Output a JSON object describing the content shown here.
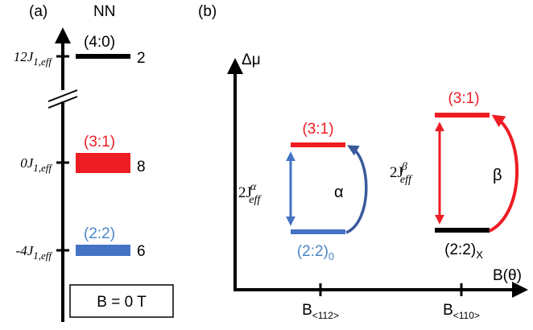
{
  "colors": {
    "red": "#ee1c23",
    "blue": "#4472c4",
    "blue_text": "#4a86c8",
    "navy": "#3a5a9c",
    "black": "#000000"
  },
  "panel_a": {
    "label": "(a)",
    "header": "NN",
    "levels": [
      {
        "energy_coef": "12",
        "energy_sym": "J",
        "energy_sub": "1,eff",
        "config": "(4:0)",
        "count": "2",
        "color": "black"
      },
      {
        "energy_coef": "0",
        "energy_sym": "J",
        "energy_sub": "1,eff",
        "config": "(3:1)",
        "count": "8",
        "color": "red"
      },
      {
        "energy_coef": "-4",
        "energy_sym": "J",
        "energy_sub": "1,eff",
        "config": "(2:2)",
        "count": "6",
        "color": "blue"
      }
    ],
    "field_box": "B = 0 T"
  },
  "panel_b": {
    "label": "(b)",
    "y_axis": "Δμ",
    "x_axis": "B(θ)",
    "groups": [
      {
        "upper": "(3:1)",
        "lower_main": "(2:2)",
        "lower_sub": "0",
        "gap_main": "2J",
        "gap_sup": "α",
        "gap_sub": "eff",
        "arc": "α",
        "tick_main": "B",
        "tick_sub": "<112>"
      },
      {
        "upper": "(3:1)",
        "lower_main": "(2:2)",
        "lower_sub": "X",
        "gap_main": "2J",
        "gap_sup": "β",
        "gap_sub": "eff",
        "arc": "β",
        "tick_main": "B",
        "tick_sub": "<110>"
      }
    ]
  }
}
